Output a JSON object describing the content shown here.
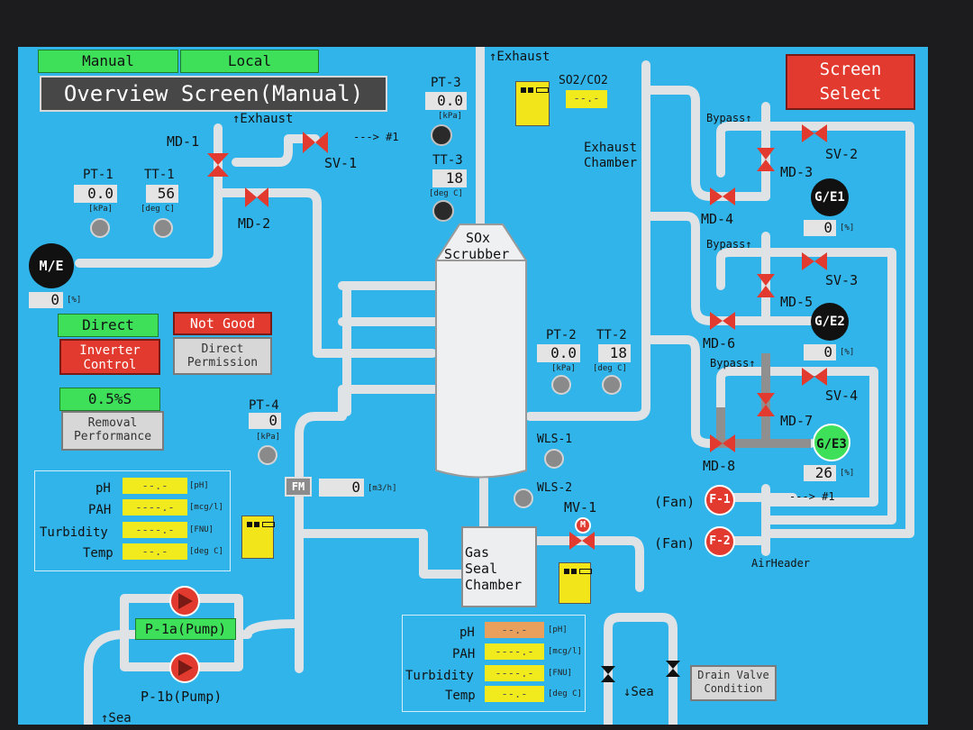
{
  "top_bar": {
    "mode_label": "Manual",
    "control_label": "Local"
  },
  "title": "Overview Screen(Manual)",
  "screen_select": {
    "line1": "Screen",
    "line2": "Select"
  },
  "engine": {
    "label": "M/E",
    "value": "0",
    "unit": "[%]"
  },
  "valves": {
    "md1": "MD-1",
    "md2": "MD-2",
    "sv1": "SV-1",
    "sv1_dest": "---> #1",
    "md3": "MD-3",
    "md4": "MD-4",
    "md5": "MD-5",
    "md6": "MD-6",
    "md7": "MD-7",
    "md8": "MD-8",
    "sv2": "SV-2",
    "sv3": "SV-3",
    "sv4": "SV-4",
    "mv1": "MV-1"
  },
  "exhaust_labels": {
    "left": "↑Exhaust",
    "top": "↑Exhaust",
    "chamber_line1": "Exhaust",
    "chamber_line2": "Chamber"
  },
  "sensors": {
    "pt1": {
      "label": "PT-1",
      "value": "0.0",
      "unit": "[kPa]"
    },
    "tt1": {
      "label": "TT-1",
      "value": "56",
      "unit": "[deg C]"
    },
    "pt3": {
      "label": "PT-3",
      "value": "0.0",
      "unit": "[kPa]"
    },
    "tt3": {
      "label": "TT-3",
      "value": "18",
      "unit": "[deg C]"
    },
    "pt2": {
      "label": "PT-2",
      "value": "0.0",
      "unit": "[kPa]"
    },
    "tt2": {
      "label": "TT-2",
      "value": "18",
      "unit": "[deg C]"
    },
    "pt4": {
      "label": "PT-4",
      "value": "0",
      "unit": "[kPa]"
    },
    "wls1": "WLS-1",
    "wls2": "WLS-2",
    "so2co2": {
      "label": "SO2/CO2",
      "value": "--.-"
    }
  },
  "flowmeter": {
    "label": "FM",
    "value": "0",
    "unit": "[m3/h]"
  },
  "scrubber": {
    "line1": "SOx",
    "line2": "Scrubber"
  },
  "gas_seal": {
    "line1": "Gas",
    "line2": "Seal",
    "line3": "Chamber"
  },
  "controls": {
    "direct_status": "Direct",
    "inverter_line1": "Inverter",
    "inverter_line2": "Control",
    "not_good_status": "Not Good",
    "direct_perm_line1": "Direct",
    "direct_perm_line2": "Permission",
    "removal_value": "0.5%S",
    "removal_line1": "Removal",
    "removal_line2": "Performance"
  },
  "water_inlet": {
    "rows": [
      {
        "label": "pH",
        "value": "--.-",
        "unit": "[pH]"
      },
      {
        "label": "PAH",
        "value": "----.-",
        "unit": "[mcg/l]"
      },
      {
        "label": "Turbidity",
        "value": "----.-",
        "unit": "[FNU]"
      },
      {
        "label": "Temp",
        "value": "--.-",
        "unit": "[deg C]"
      }
    ]
  },
  "water_outlet": {
    "rows": [
      {
        "label": "pH",
        "value": "--.-",
        "unit": "[pH]"
      },
      {
        "label": "PAH",
        "value": "----.-",
        "unit": "[mcg/l]"
      },
      {
        "label": "Turbidity",
        "value": "----.-",
        "unit": "[FNU]"
      },
      {
        "label": "Temp",
        "value": "--.-",
        "unit": "[deg C]"
      }
    ]
  },
  "pumps": {
    "p1a": "P-1a(Pump)",
    "p1b": "P-1b(Pump)"
  },
  "sea": {
    "inlet": "↑Sea",
    "outlet": "↓Sea"
  },
  "drain": {
    "line1": "Drain Valve",
    "line2": "Condition"
  },
  "generators": {
    "ge1": {
      "label": "G/E1",
      "value": "0",
      "unit": "[%]"
    },
    "ge2": {
      "label": "G/E2",
      "value": "0",
      "unit": "[%]"
    },
    "ge3": {
      "label": "G/E3",
      "value": "26",
      "unit": "[%]"
    }
  },
  "bypass": {
    "label": "Bypass↑"
  },
  "fans": {
    "f1": "F-1",
    "f2": "F-2",
    "fan_label": "(Fan)",
    "f1_dest": "---> #1",
    "air_header": "AirHeader"
  },
  "colors": {
    "screen_bg": "#31b4ea",
    "valve_red": "#e23a2e",
    "status_green": "#3ee05a",
    "analyzer_yellow": "#f2e61a",
    "pipe": "#e8eaec"
  }
}
